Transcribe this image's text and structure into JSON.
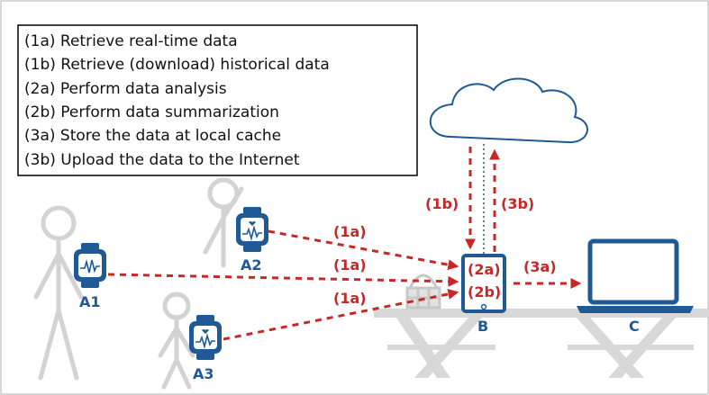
{
  "legend": {
    "items": [
      "(1a) Retrieve real-time data",
      "(1b) Retrieve (download) historical data",
      "(2a) Perform data analysis",
      "(2b) Perform data summarization",
      "(3a) Store the data at local cache",
      "(3b) Upload the data to the Internet"
    ]
  },
  "nodes": {
    "a1": "A1",
    "a2": "A2",
    "a3": "A3",
    "b": "B",
    "c": "C"
  },
  "arrows": {
    "a2_to_b": "(1a)",
    "a1_to_b": "(1a)",
    "a3_to_b": "(1a)",
    "cloud_to_b": "(1b)",
    "b_to_cloud": "(3b)",
    "b_to_c": "(3a)",
    "b_analysis": "(2a)",
    "b_summary": "(2b)"
  },
  "colors": {
    "arrow": "#c62828",
    "device": "#1f5a96",
    "person": "#d3d3d3",
    "table": "#d8d8d8"
  }
}
